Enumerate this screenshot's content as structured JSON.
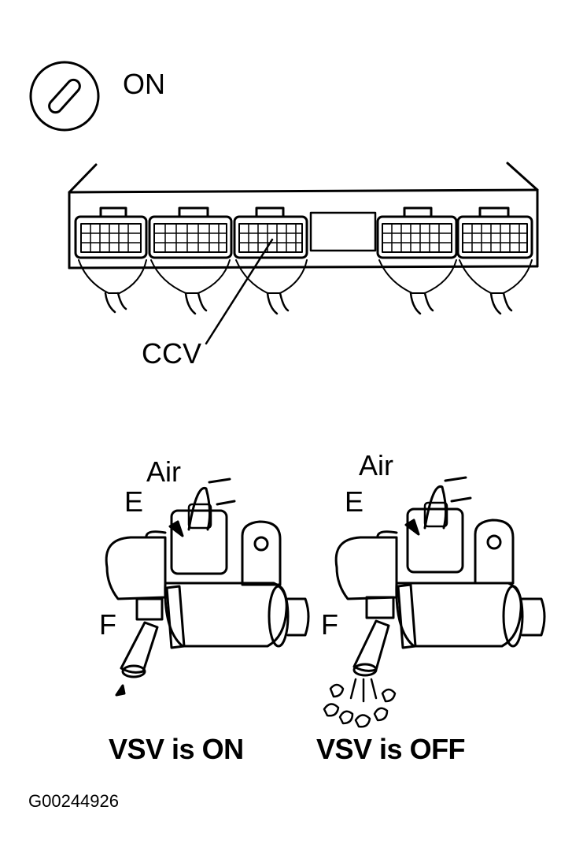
{
  "ignition": {
    "state_label": "ON",
    "icon": "ignition-key-icon"
  },
  "ecu": {
    "terminal_label": "CCV"
  },
  "vsv_left": {
    "air_label": "Air",
    "port_e_label": "E",
    "port_f_label": "F",
    "caption": "VSV is ON"
  },
  "vsv_right": {
    "air_label": "Air",
    "port_e_label": "E",
    "port_f_label": "F",
    "caption": "VSV is OFF"
  },
  "figure_id": "G00244926",
  "colors": {
    "ink": "#000000",
    "paper": "#ffffff"
  }
}
